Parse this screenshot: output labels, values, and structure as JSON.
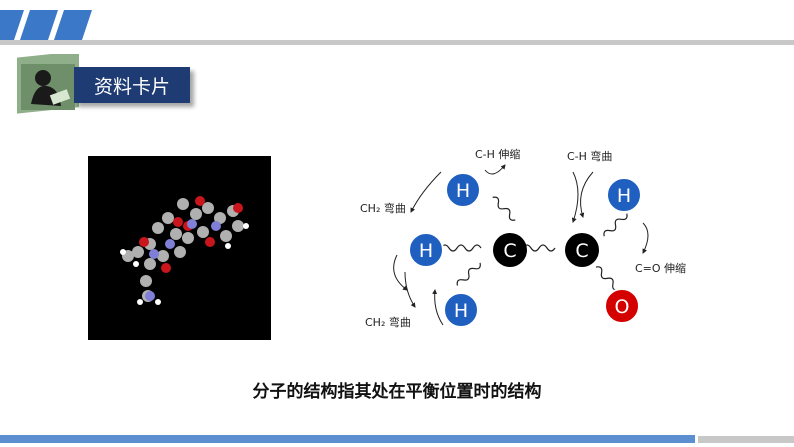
{
  "header": {
    "title": "资料卡片"
  },
  "diagram": {
    "atoms": {
      "carbon": "C",
      "hydrogen": "H",
      "oxygen": "O"
    },
    "labels": {
      "ch_stretch_1": "C-H 伸缩",
      "ch_bend": "C-H 弯曲",
      "ch2_bend_top": "CH₂ 弯曲",
      "ch2_bend_bottom": "CH₂ 弯曲",
      "co_stretch": "C=O 伸缩"
    }
  },
  "caption": "分子的结构指其处在平衡位置时的结构",
  "colors": {
    "h_atom": "#1f5fbf",
    "c_atom": "#000000",
    "o_atom": "#d40000",
    "header_bg": "#1f3b73"
  }
}
